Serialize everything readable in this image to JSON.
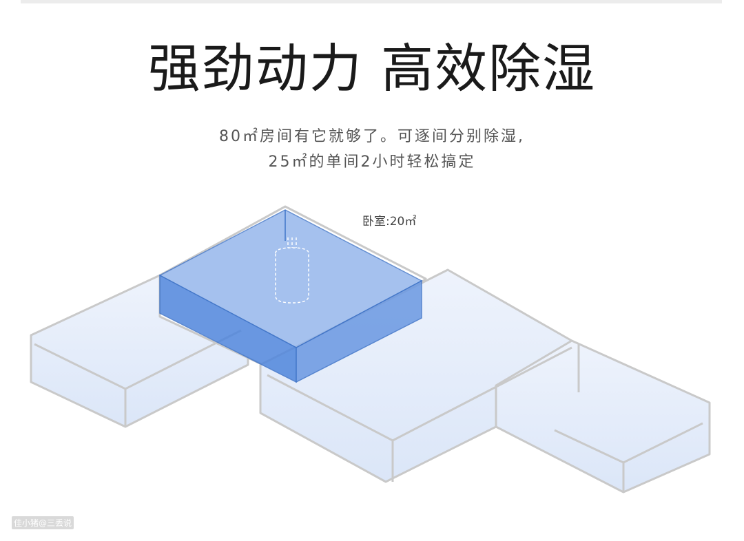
{
  "header": {
    "title": "强劲动力 高效除湿"
  },
  "description": {
    "line1": "80㎡房间有它就够了。可逐间分别除湿,",
    "line2": "25㎡的单间2小时轻松搞定"
  },
  "floorplan": {
    "highlight_room_label": "卧室:20㎡",
    "highlight_color": "#4f86dc",
    "wall_color": "#c8c8c8"
  },
  "watermark": "佳小猪@三丢说"
}
